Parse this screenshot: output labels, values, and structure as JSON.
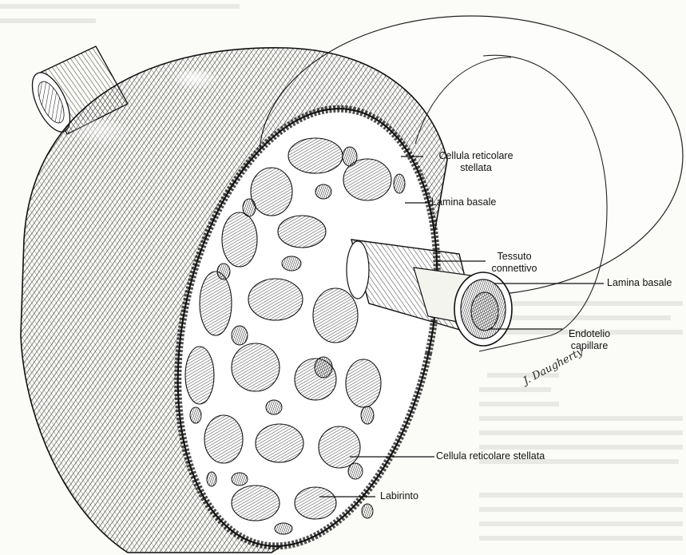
{
  "labels": {
    "cellula_reticolare_top": [
      "Cellula reticolare",
      "stellata"
    ],
    "lamina_basale_top": "Lamina basale",
    "tessuto_connettivo": [
      "Tessuto",
      "connettivo"
    ],
    "lamina_basale_right": "Lamina basale",
    "endotelio_capillare": [
      "Endotelio",
      "capillare"
    ],
    "cellula_reticolare_bottom": "Cellula reticolare stellata",
    "labirinto": "Labirinto"
  },
  "signature": "J. Daugherty",
  "colors": {
    "ink": "#111111",
    "paper": "#fbfbf8",
    "page_text_shadow": "#d9d9d4"
  }
}
